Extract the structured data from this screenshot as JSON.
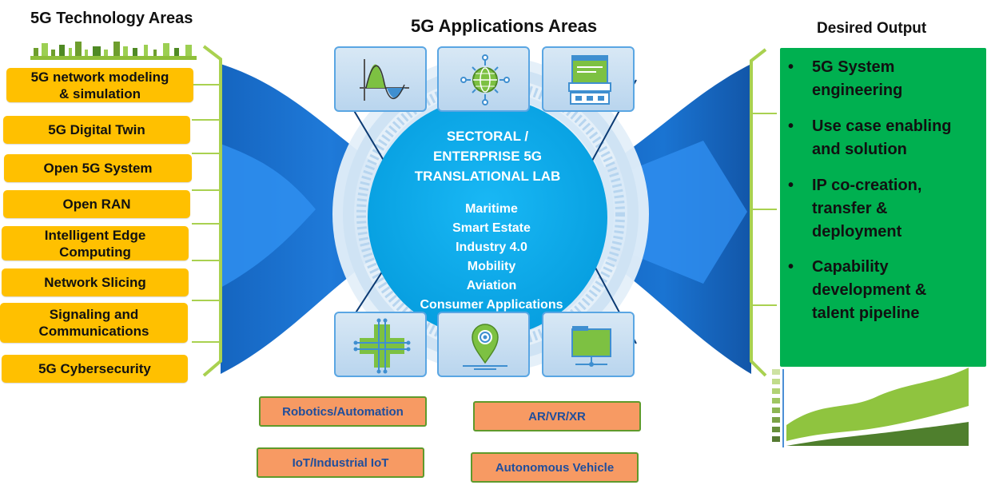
{
  "left": {
    "title": "5G Technology Areas",
    "items": [
      {
        "label": "5G network modeling\n& simulation"
      },
      {
        "label": "5G Digital Twin"
      },
      {
        "label": "Open 5G System"
      },
      {
        "label": "Open RAN"
      },
      {
        "label": "Intelligent Edge\nComputing"
      },
      {
        "label": "Network Slicing"
      },
      {
        "label": "Signaling and\nCommunications"
      },
      {
        "label": "5G Cybersecurity"
      }
    ]
  },
  "center": {
    "title": "5G Applications Areas",
    "lab_lines": [
      "SECTORAL /",
      "ENTERPRISE 5G",
      "TRANSLATIONAL LAB"
    ],
    "sectors": [
      "Maritime",
      "Smart Estate",
      "Industry 4.0",
      "Mobility",
      "Aviation",
      "Consumer Applications"
    ],
    "tiles_top": [
      {
        "icon": "waveform-chart-icon"
      },
      {
        "icon": "globe-network-icon"
      },
      {
        "icon": "server-window-icon"
      }
    ],
    "tiles_bottom": [
      {
        "icon": "circuit-cross-icon"
      },
      {
        "icon": "location-pin-icon"
      },
      {
        "icon": "monitor-icon"
      }
    ],
    "applications": [
      {
        "label": "Robotics/Automation"
      },
      {
        "label": "AR/VR/XR"
      },
      {
        "label": "IoT/Industrial IoT"
      },
      {
        "label": "Autonomous Vehicle"
      }
    ]
  },
  "right": {
    "title": "Desired Output",
    "bullet": "•",
    "items": [
      {
        "label": "5G System\nengineering"
      },
      {
        "label": "Use case enabling\nand solution"
      },
      {
        "label": "IP co-creation,\ntransfer &\ndeployment"
      },
      {
        "label": "Capability\ndevelopment &\ntalent pipeline"
      }
    ]
  },
  "colors": {
    "tech_box": "#ffc000",
    "app_box": "#f79a63",
    "app_border": "#5f9a2b",
    "app_text": "#1f4e9c",
    "center_circle": "#0aaeee",
    "output_panel": "#00b050",
    "arrow_blue": "#1565c0",
    "bracket_green": "#a9d150"
  }
}
